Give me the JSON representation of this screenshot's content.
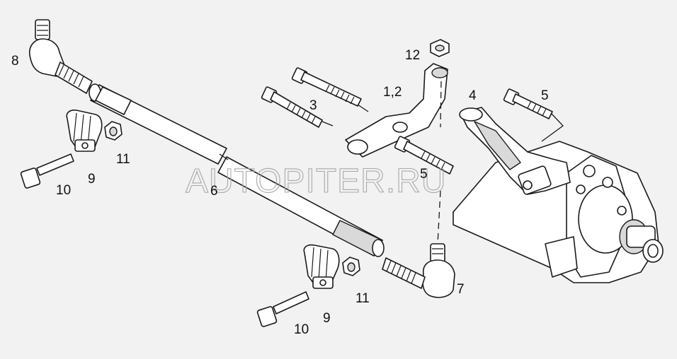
{
  "watermark": "AUTOPITER.RU",
  "callouts": {
    "c8": "8",
    "c12": "12",
    "c3": "3",
    "c12a": "1,2",
    "c4": "4",
    "c5a": "5",
    "c5b": "5",
    "c11a": "11",
    "c9a": "9",
    "c10a": "10",
    "c6": "6",
    "c7": "7",
    "c11b": "11",
    "c9b": "9",
    "c10b": "10"
  },
  "colors": {
    "background": "#f2f2f2",
    "line": "#1a1a1a",
    "watermark": "#a9a9a9"
  }
}
